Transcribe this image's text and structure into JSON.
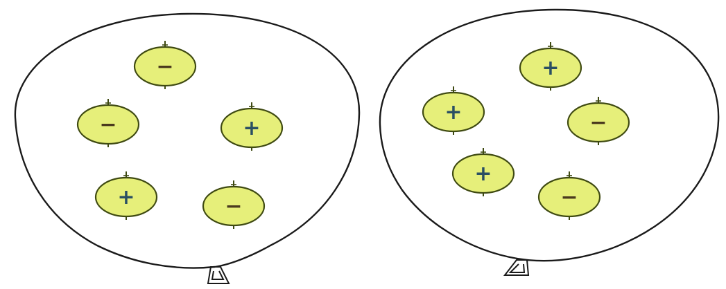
{
  "balloons": [
    {
      "charges": [
        {
          "sign": "negative",
          "symbol": "−"
        },
        {
          "sign": "negative",
          "symbol": "−"
        },
        {
          "sign": "positive",
          "symbol": "+"
        },
        {
          "sign": "positive",
          "symbol": "+"
        },
        {
          "sign": "negative",
          "symbol": "−"
        }
      ]
    },
    {
      "charges": [
        {
          "sign": "positive",
          "symbol": "+"
        },
        {
          "sign": "positive",
          "symbol": "+"
        },
        {
          "sign": "negative",
          "symbol": "−"
        },
        {
          "sign": "positive",
          "symbol": "+"
        },
        {
          "sign": "negative",
          "symbol": "−"
        }
      ]
    }
  ],
  "colors": {
    "outline": "#1a1a1a",
    "charge_fill": "#e6ef7a",
    "charge_stroke": "#3f4a12",
    "positive_sign": "#2a4f63",
    "negative_sign": "#4a3a1e"
  }
}
